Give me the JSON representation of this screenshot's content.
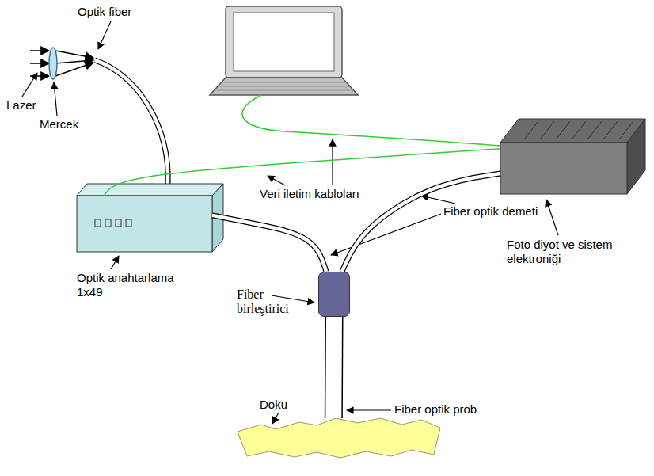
{
  "diagram": {
    "nodes": [
      {
        "text": [
          "Optik anahtarlama 1x49"
        ]
      },
      {
        "text": [
          "Foto diyot ve sistem elektroniği"
        ]
      },
      {
        "text": [
          "Fiber birleştirici"
        ]
      },
      {
        "text": [
          "Doku"
        ]
      }
    ],
    "edges": [
      {
        "from": 0,
        "to": 2,
        "arrow": "none"
      },
      {
        "from": 1,
        "to": 2,
        "arrow": "none"
      },
      {
        "from": 2,
        "to": 3,
        "arrow": "none"
      },
      {
        "from": 0,
        "to": 1,
        "arrow": "none"
      }
    ],
    "labels": [
      "Optik fiber",
      "Lazer",
      "Mercek",
      "Veri iletim kabloları",
      "Fiber optik demeti",
      "Fiber optik prob"
    ]
  }
}
